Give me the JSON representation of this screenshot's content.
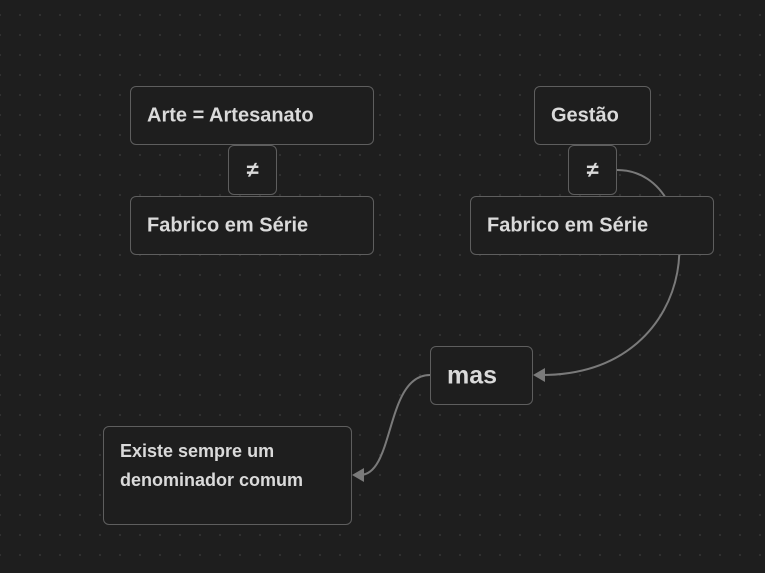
{
  "nodes": {
    "arte": "Arte = Artesanato",
    "neq1": "≠",
    "fabrico1": "Fabrico em Série",
    "gestao": "Gestão",
    "neq2": "≠",
    "fabrico2": "Fabrico em Série",
    "mas": "mas",
    "existe": "Existe sempre um denominador comum"
  },
  "colors": {
    "background": "#1e1e1e",
    "edge": "#7a7a7a",
    "border": "#5e5e5e",
    "text": "#dadada"
  }
}
